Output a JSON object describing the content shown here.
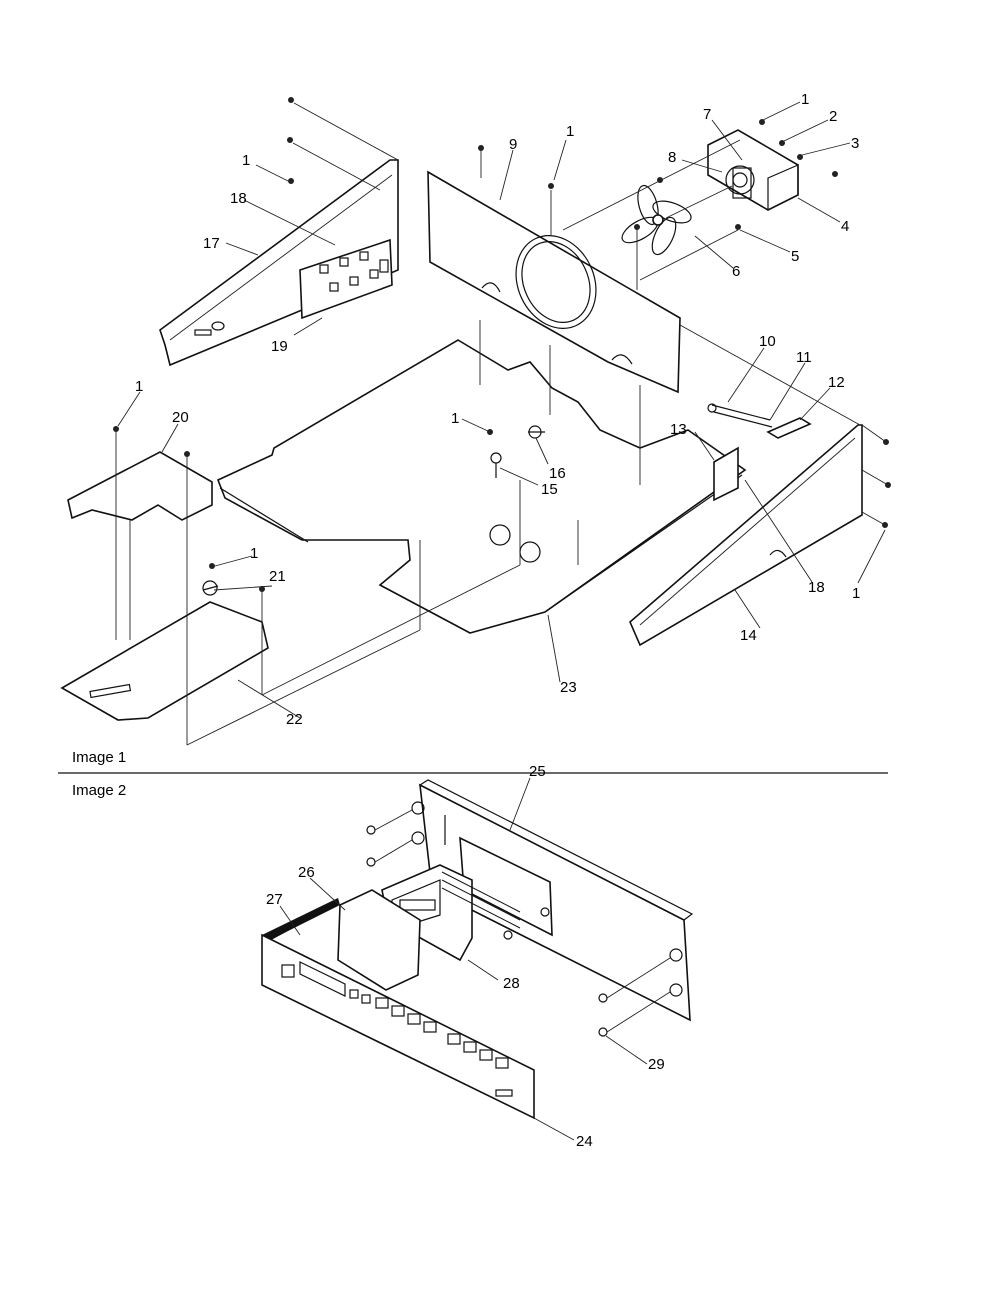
{
  "diagram": {
    "sections": [
      {
        "id": "image1",
        "caption": "Image 1"
      },
      {
        "id": "image2",
        "caption": "Image 2"
      }
    ],
    "callouts": {
      "image1": [
        "1",
        "2",
        "3",
        "4",
        "5",
        "6",
        "7",
        "8",
        "9",
        "1",
        "1",
        "17",
        "18",
        "19",
        "1",
        "20",
        "1",
        "16",
        "15",
        "10",
        "11",
        "12",
        "13",
        "18",
        "1",
        "1",
        "21",
        "22",
        "23",
        "14"
      ],
      "image2": [
        "25",
        "26",
        "27",
        "28",
        "29",
        "24"
      ]
    }
  }
}
